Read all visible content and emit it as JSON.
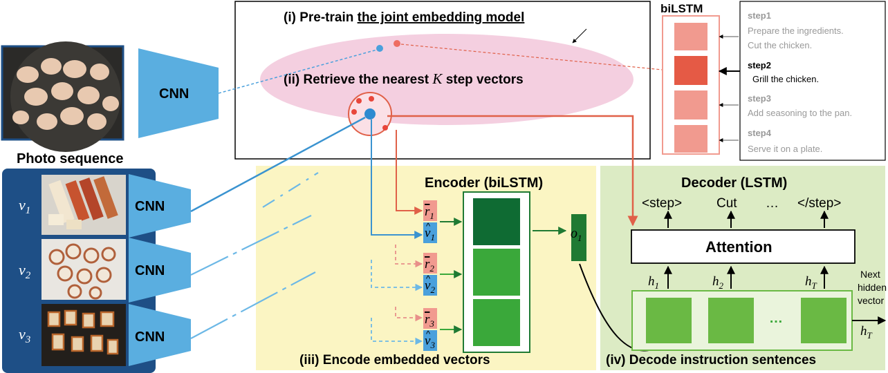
{
  "pretrain_title": {
    "prefix": "(i) Pre-train ",
    "underlined": "the joint embedding model"
  },
  "retrieve_title": {
    "prefix": "(ii) Retrieve the nearest ",
    "k": "K",
    "suffix": " step vectors"
  },
  "bilstm_label": "biLSTM",
  "cnn_label": "CNN",
  "photo_sequence_label": "Photo sequence",
  "photo_vars": [
    {
      "base": "v",
      "sub": "1"
    },
    {
      "base": "v",
      "sub": "2"
    },
    {
      "base": "v",
      "sub": "3"
    }
  ],
  "steps": [
    {
      "title": "step1",
      "lines": [
        "Prepare the ingredients.",
        "Cut the chicken."
      ],
      "active": false
    },
    {
      "title": "step2",
      "lines": [
        "Grill the chicken."
      ],
      "active": true
    },
    {
      "title": "step3",
      "lines": [
        "Add seasoning to the pan."
      ],
      "active": false
    },
    {
      "title": "step4",
      "lines": [
        "Serve it on a plate."
      ],
      "active": false
    }
  ],
  "encoder_title": "Encoder (biLSTM)",
  "encoder_caption": "(iii) Encode embedded vectors",
  "encoder_inputs": [
    {
      "r_base": "r",
      "v_base": "v",
      "sub": "1"
    },
    {
      "r_base": "r",
      "v_base": "v",
      "sub": "2"
    },
    {
      "r_base": "r",
      "v_base": "v",
      "sub": "3"
    }
  ],
  "encoder_output": {
    "base": "o",
    "sub": "1"
  },
  "decoder_title": "Decoder (LSTM)",
  "decoder_caption": "(iv) Decode instruction sentences",
  "decoder_tokens": [
    "<step>",
    "Cut",
    "…",
    "</step>"
  ],
  "attention_label": "Attention",
  "hidden_states": [
    {
      "base": "h",
      "sub": "1"
    },
    {
      "base": "h",
      "sub": "2"
    },
    {
      "base": "h",
      "sub": "T"
    }
  ],
  "next_hidden_label": [
    "Next",
    "hidden",
    "vector"
  ],
  "next_hidden_var": {
    "base": "h",
    "sub": "T"
  },
  "decoder_ellipsis": "…",
  "colors": {
    "cnn_blue": "#5aaee0",
    "dark_navy": "#1e4f86",
    "encoder_bg": "#fbf5c3",
    "decoder_bg": "#dcebc4",
    "pink_ellipse": "#f4cfe0",
    "red_line": "#e06048",
    "green_dark": "#0f6b33",
    "green_mid": "#3aa83a",
    "green_light": "#6ab944",
    "step_pink": "#f19a8f",
    "step_red": "#e55a45"
  }
}
